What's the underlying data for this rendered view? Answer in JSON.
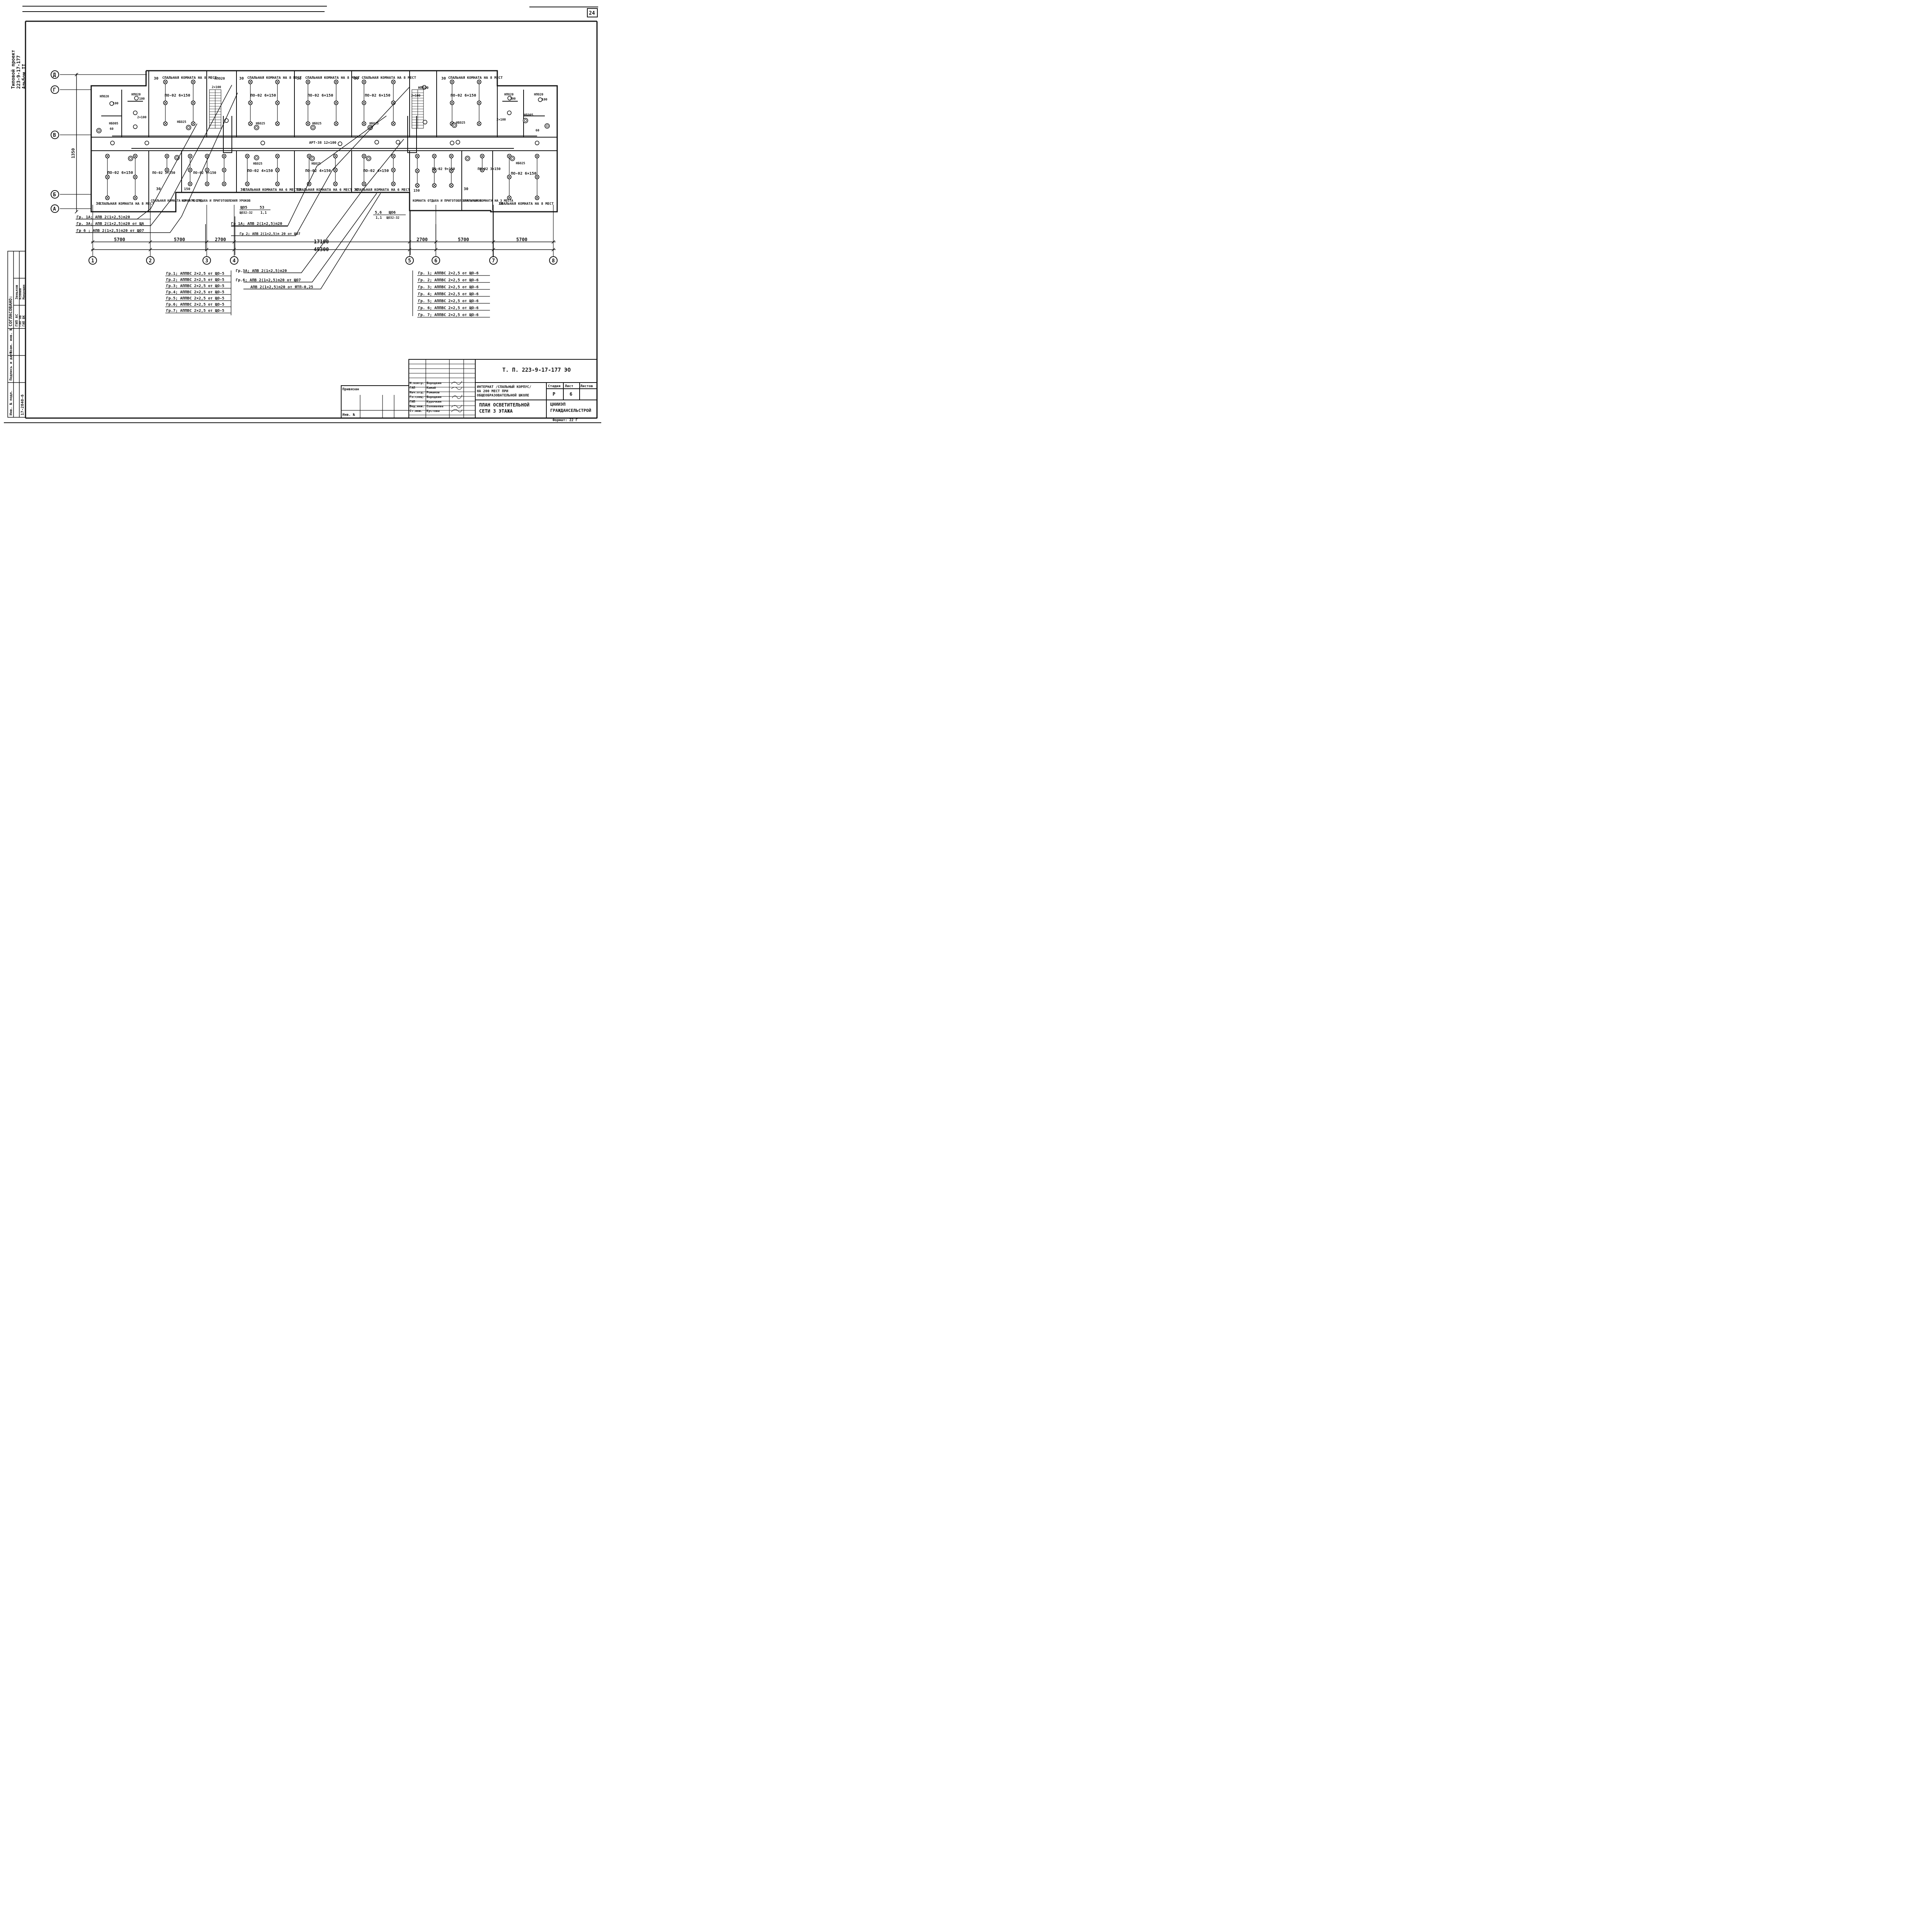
{
  "sheet_number": "24",
  "side_title": [
    "Типовой проект",
    "223-9-17-177",
    "Альбом II"
  ],
  "approval": {
    "heading": "СОГЛАСОВАНО:",
    "rows": [
      [
        "ГИП АС",
        "Зеньков"
      ],
      [
        "ГИП ОВ",
        "Ксения"
      ],
      [
        "ГИП ВК",
        "Мокрушин"
      ]
    ]
  },
  "left_strip": [
    "Взам. инв. №",
    "Подпись и дата",
    "Инв. № подл.",
    "17-2840-6"
  ],
  "axes_letters": [
    "Д",
    "Г",
    "В",
    "Б",
    "А"
  ],
  "axes_numbers": [
    "1",
    "2",
    "3",
    "4",
    "5",
    "6",
    "7",
    "8"
  ],
  "dimensions": {
    "vertical": "1350",
    "bays": [
      "5700",
      "5700",
      "2700",
      "17100",
      "2700",
      "5700",
      "5700"
    ],
    "total": "45300"
  },
  "rooms": {
    "north": [
      "СПАЛЬНАЯ КОМНАТА НА 8 МЕСТ",
      "СПАЛЬНАЯ КОМНАТА НА 8 МЕСТ",
      "СПАЛЬНАЯ КОМНАТА НА 8 МЕСТ",
      "СПАЛЬНАЯ КОМНАТА НА 8 МЕСТ",
      "СПАЛЬНАЯ КОМНАТА НА 8 МЕСТ"
    ],
    "south_left": [
      "СПАЛЬНАЯ КОМНАТА НА 8 МЕСТ",
      "СПАЛЬНАЯ КОМНАТА НА 3 МЕСТА",
      "КОМНАТА ОТДЫХА И ПРИГОТОВЛЕНИЯ УРОКОВ"
    ],
    "south_mid": [
      "СПАЛЬНАЯ КОМНАТА НА 6 МЕСТ",
      "СПАЛЬНАЯ КОМНАТА НА 6 МЕСТ",
      "СПАЛЬНАЯ КОМНАТА НА 6 МЕСТ"
    ],
    "south_right": [
      "КОМНАТА ОТДЫХА И ПРИГОТОВЛЕНИЯ УРОКОВ",
      "СПАЛЬНАЯ КОМНАТА НА 3 МЕСТА",
      "СПАЛЬНАЯ КОМНАТА НА 8 МЕСТ"
    ]
  },
  "fixtures": {
    "po02_6x150": "ПО-02 6×150",
    "po02_4x150": "ПО-02 4×150",
    "po02_9x150": "ПО-02 9×150",
    "po02_3x150": "ПО-02 3×150",
    "npo20": "НПО20",
    "nbo25": "НБО25",
    "nbo05": "НБО05",
    "art": "АРТ-38 12×100",
    "v30": "30",
    "v150": "150",
    "lamp_100": "100",
    "lamp_2x100": "2×100",
    "lamp_60": "60"
  },
  "panels": {
    "shch05": "ЩО5",
    "shch05_sub": "ЩО32-32",
    "p53": "53",
    "p11": "1,1",
    "shch06": "ЩО6",
    "shch06_sub": "ЩО32-32",
    "p56": "5,6",
    "p11b": "1,1"
  },
  "callouts_left_top": [
    "Гр. 1А; АПВ 2(1×2,5)п20",
    "Гр. 3А; АПВ 2(1×2,5)п20 от ЩА",
    "Гр 6 ; АПВ 2(1×2,5)п20 от ЩО7"
  ],
  "callouts_mid_top": [
    "Гр 1А; АПВ 2(1×2,5)п20",
    "Гр 2; АПВ 2(1×2,5)п 20 от ЩО7"
  ],
  "callouts_left_bottom": [
    "Гр.1; АППВС 2×2,5 от ЩО-5",
    "Гр.2; АППВС 2×2,5 от ЩО-5",
    "Гр.3; АППВС 2×2,5 от ЩО-5",
    "Гр.4; АППВС 2×2,5 от ЩО-5",
    "Гр.5; АППВС 2×2,5 от ЩО-5",
    "Гр.6; АППВС 2×2,5 от ЩО-5",
    "Гр.7; АППВС 2×2,5 от ЩО-5"
  ],
  "callouts_mid_bottom": [
    "Гр.3А; АПВ 2(1×2,5)п20",
    "Гр.6; АПВ 2(1×2,5)п20 от ЩО7",
    "АПВ 2(1×2,5)п20 от ЯТП-0,25"
  ],
  "callouts_right_bottom": [
    "Гр. 1; АППВС 2×2,5 от ЩО-6",
    "Гр. 2; АППВС 2×2,5 от ЩО-6",
    "Гр. 3; АППВС 2×2,5 от ЩО-6",
    "Гр. 4; АППВС 2×2,5 от ЩО-6",
    "Гр. 5; АППВС 2×2,5 от ЩО-6",
    "Гр. 6; АППВС 2×2,5 от ЩО-6",
    "Гр. 7; АППВС 2×2,5 от ЩО-6"
  ],
  "title_block": {
    "code": "Т. П. 223-9-17-177   ЭО",
    "attached": "Привязан",
    "inv_no": "Инв. №",
    "staff": [
      [
        "Н.контр.",
        "Бородкин"
      ],
      [
        "ГАП",
        "Камай"
      ],
      [
        "Нач.отд.",
        "Романов"
      ],
      [
        "Гл.спец.",
        "Бородкин"
      ],
      [
        "ГИП",
        "Курочкин"
      ],
      [
        "Вед.инж.",
        "Соловьева"
      ],
      [
        "Ст.инж.",
        "Кустова"
      ]
    ],
    "project": "ИНТЕРНАТ /СПАЛЬНЫЙ КОРПУС/ НА 200 МЕСТ ПРИ ОБЩЕОБРАЗОВАТЕЛЬНОЙ ШКОЛЕ",
    "drawing": "ПЛАН ОСВЕТИТЕЛЬНОЙ СЕТИ 3 ЭТАЖА",
    "stage_label": "Стадия",
    "sheet_label": "Лист",
    "sheets_label": "Листов",
    "stage": "Р",
    "sheet": "6",
    "org": "ЦНИИЭП ГРАЖДАНСЕЛЬСТРОЙ",
    "format": "Формат: 22 Г"
  }
}
